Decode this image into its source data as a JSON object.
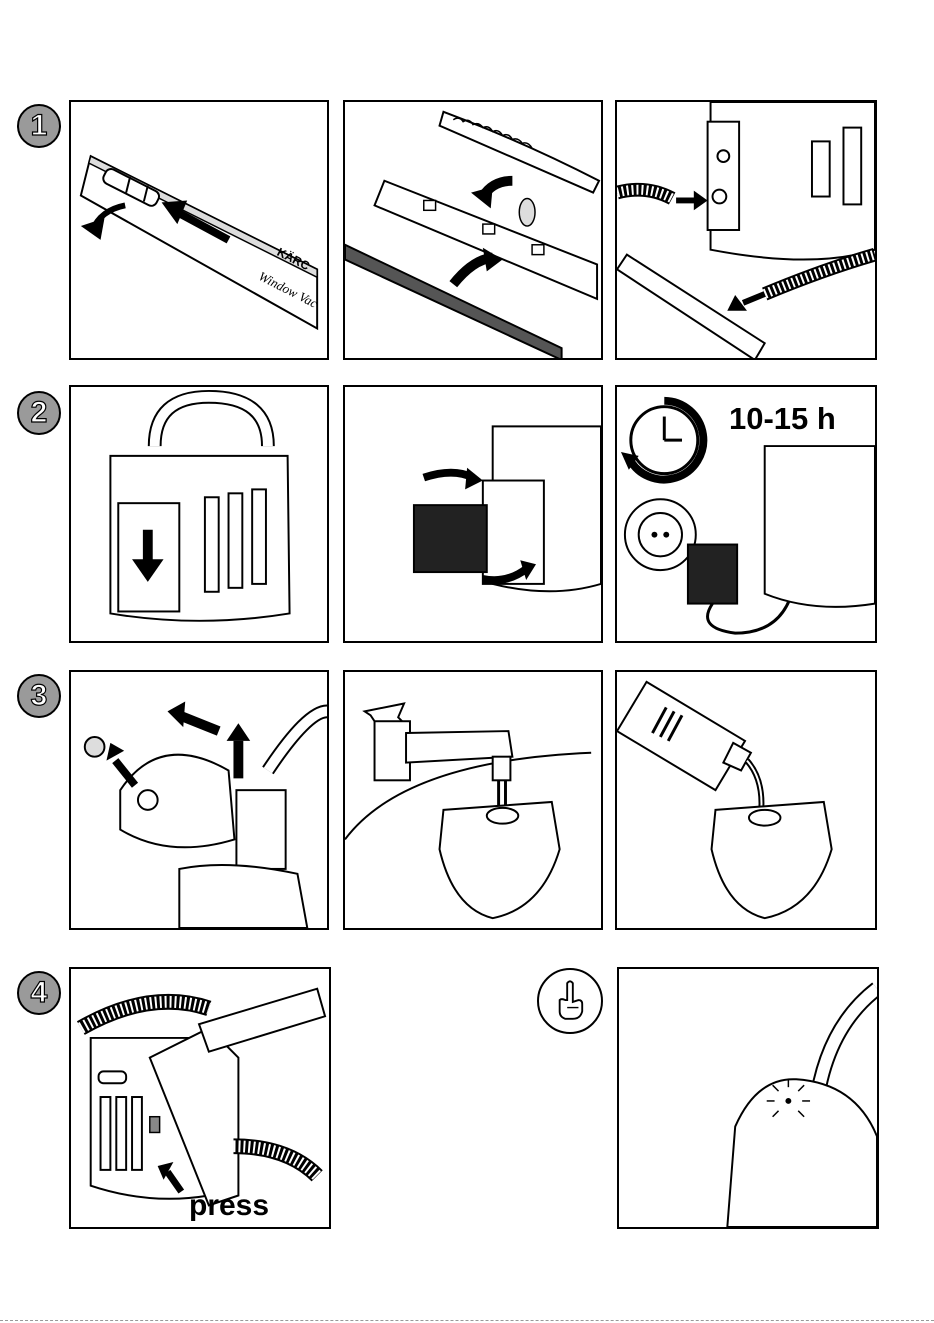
{
  "steps": [
    {
      "number": "1"
    },
    {
      "number": "2"
    },
    {
      "number": "3"
    },
    {
      "number": "4"
    }
  ],
  "panels": {
    "p1a": {
      "brand_text": "KÄRC",
      "model_text": "Window Vac"
    },
    "p2c": {
      "duration": "10-15 h"
    },
    "p4a": {
      "action": "press"
    }
  },
  "icons": {
    "step_badge": "numbered-circle",
    "hint": "pointing-hand-icon"
  }
}
